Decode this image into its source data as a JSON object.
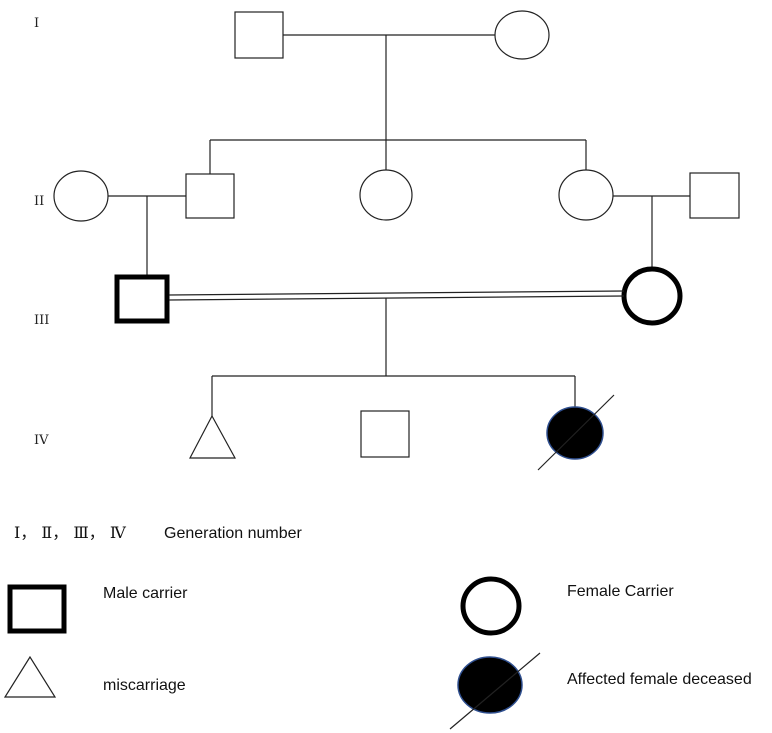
{
  "generations": {
    "g1": "I",
    "g2": "II",
    "g3": "III",
    "g4": "IV"
  },
  "legend": {
    "generation_symbols": "Ⅰ， Ⅱ， Ⅲ， Ⅳ",
    "generation_text": "Generation number",
    "male_carrier": "Male carrier",
    "female_carrier": "Female Carrier",
    "miscarriage": "miscarriage",
    "affected_female_deceased": "Affected female deceased"
  },
  "colors": {
    "line": "#222222",
    "affected_fill": "#000000",
    "affected_outline": "#2f4f8f"
  }
}
